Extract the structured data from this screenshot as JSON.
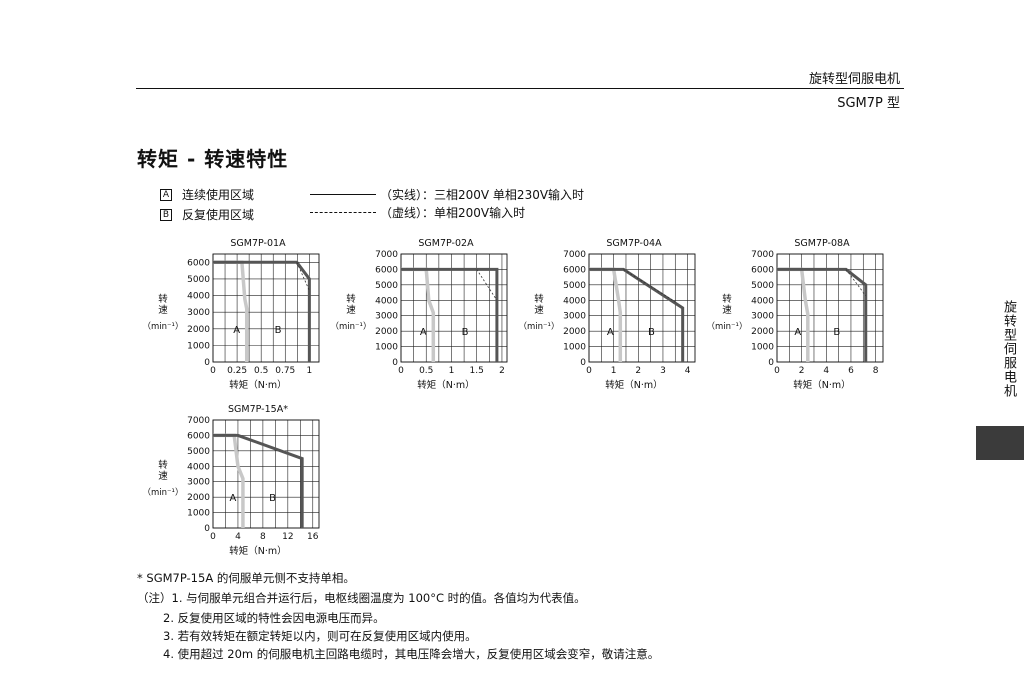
{
  "header": {
    "category": "旋转型伺服电机",
    "series": "SGM7P 型"
  },
  "page_title": "转矩 - 转速特性",
  "legend": {
    "a_box": "A",
    "a_label": "连续使用区域",
    "b_box": "B",
    "b_label": "反复使用区域",
    "solid_note": "（实线）：三相200V  单相230V输入时",
    "dash_note": "（虚线）：单相200V输入时"
  },
  "side_tab": {
    "label": "旋转型伺服电机"
  },
  "colors": {
    "continuous": "#c8c8c8",
    "repetitive": "#555555",
    "grid": "#222222"
  },
  "chart_data": [
    {
      "type": "line",
      "title": "SGM7P-01A",
      "xlabel": "转矩（N·m）",
      "ylabel_chars": [
        "转",
        "速"
      ],
      "ylabel_unit": "（min⁻¹）",
      "xticks": [
        "0",
        "0.25",
        "0.5",
        "0.75",
        "1"
      ],
      "yticks": [
        "0",
        "1000",
        "2000",
        "3000",
        "4000",
        "5000",
        "6000"
      ],
      "xlim": [
        0,
        1.1
      ],
      "ylim": [
        0,
        6500
      ],
      "region_a_label": "A",
      "region_b_label": "B",
      "series": [
        {
          "role": "continuous",
          "x": [
            0,
            0.3,
            0.33,
            0.35,
            0.35
          ],
          "y": [
            6000,
            6000,
            3800,
            3200,
            0
          ]
        },
        {
          "role": "repetitive-solid",
          "x": [
            0,
            0.87,
            1.0,
            1.0
          ],
          "y": [
            6000,
            6000,
            5000,
            0
          ]
        },
        {
          "role": "repetitive-dashed",
          "x": [
            0.87,
            1.0
          ],
          "y": [
            6000,
            4300
          ]
        }
      ]
    },
    {
      "type": "line",
      "title": "SGM7P-02A",
      "xlabel": "转矩（N·m）",
      "ylabel_chars": [
        "转",
        "速"
      ],
      "ylabel_unit": "（min⁻¹）",
      "xticks": [
        "0",
        "0.5",
        "1",
        "1.5",
        "2"
      ],
      "yticks": [
        "0",
        "1000",
        "2000",
        "3000",
        "4000",
        "5000",
        "6000",
        "7000"
      ],
      "xlim": [
        0,
        2.1
      ],
      "ylim": [
        0,
        7000
      ],
      "region_a_label": "A",
      "region_b_label": "B",
      "series": [
        {
          "role": "continuous",
          "x": [
            0,
            0.5,
            0.55,
            0.64,
            0.64
          ],
          "y": [
            6000,
            6000,
            4000,
            3200,
            0
          ]
        },
        {
          "role": "repetitive-solid",
          "x": [
            0,
            1.9,
            1.9
          ],
          "y": [
            6000,
            6000,
            0
          ]
        },
        {
          "role": "repetitive-dashed",
          "x": [
            1.5,
            1.9
          ],
          "y": [
            6000,
            4000
          ]
        }
      ]
    },
    {
      "type": "line",
      "title": "SGM7P-04A",
      "xlabel": "转矩（N·m）",
      "ylabel_chars": [
        "转",
        "速"
      ],
      "ylabel_unit": "（min⁻¹）",
      "xticks": [
        "0",
        "1",
        "2",
        "3",
        "4"
      ],
      "yticks": [
        "0",
        "1000",
        "2000",
        "3000",
        "4000",
        "5000",
        "6000",
        "7000"
      ],
      "xlim": [
        0,
        4.3
      ],
      "ylim": [
        0,
        7000
      ],
      "region_a_label": "A",
      "region_b_label": "B",
      "series": [
        {
          "role": "continuous",
          "x": [
            0,
            1.0,
            1.2,
            1.27,
            1.27
          ],
          "y": [
            6000,
            6000,
            4000,
            3200,
            0
          ]
        },
        {
          "role": "repetitive-solid",
          "x": [
            0,
            1.4,
            3.8,
            3.8
          ],
          "y": [
            6000,
            6000,
            3500,
            0
          ]
        },
        {
          "role": "repetitive-dashed",
          "x": [
            1.4,
            3.6
          ],
          "y": [
            6000,
            3800
          ]
        }
      ]
    },
    {
      "type": "line",
      "title": "SGM7P-08A",
      "xlabel": "转矩（N·m）",
      "ylabel_chars": [
        "转",
        "速"
      ],
      "ylabel_unit": "（min⁻¹）",
      "xticks": [
        "0",
        "2",
        "4",
        "6",
        "8"
      ],
      "yticks": [
        "0",
        "1000",
        "2000",
        "3000",
        "4000",
        "5000",
        "6000",
        "7000"
      ],
      "xlim": [
        0,
        8.6
      ],
      "ylim": [
        0,
        7000
      ],
      "region_a_label": "A",
      "region_b_label": "B",
      "series": [
        {
          "role": "continuous",
          "x": [
            0,
            2.0,
            2.3,
            2.5,
            2.5
          ],
          "y": [
            6000,
            6000,
            4000,
            3100,
            0
          ]
        },
        {
          "role": "repetitive-solid",
          "x": [
            0,
            5.6,
            7.2,
            7.2
          ],
          "y": [
            6000,
            6000,
            5000,
            0
          ]
        },
        {
          "role": "repetitive-dashed",
          "x": [
            5.6,
            7.2
          ],
          "y": [
            6000,
            4300
          ]
        }
      ]
    },
    {
      "type": "line",
      "title": "SGM7P-15A*",
      "xlabel": "转矩（N·m）",
      "ylabel_chars": [
        "转",
        "速"
      ],
      "ylabel_unit": "（min⁻¹）",
      "xticks": [
        "0",
        "4",
        "8",
        "12",
        "16"
      ],
      "yticks": [
        "0",
        "1000",
        "2000",
        "3000",
        "4000",
        "5000",
        "6000",
        "7000"
      ],
      "xlim": [
        0,
        17
      ],
      "ylim": [
        0,
        7000
      ],
      "region_a_label": "A",
      "region_b_label": "B",
      "series": [
        {
          "role": "continuous",
          "x": [
            0,
            3.4,
            4.0,
            4.8,
            4.8
          ],
          "y": [
            6000,
            6000,
            4000,
            3200,
            0
          ]
        },
        {
          "role": "repetitive-solid",
          "x": [
            0,
            4.0,
            14.3,
            14.3
          ],
          "y": [
            6000,
            6000,
            4500,
            0
          ]
        }
      ]
    }
  ],
  "notes": {
    "star_note": "* SGM7P-15A 的伺服单元侧不支持单相。",
    "note1": "（注）1. 与伺服单元组合并运行后，电枢线圈温度为 100°C 时的值。各值均为代表值。",
    "note2": "2. 反复使用区域的特性会因电源电压而异。",
    "note3": "3. 若有效转矩在额定转矩以内，则可在反复使用区域内使用。",
    "note4": "4. 使用超过 20m 的伺服电机主回路电缆时，其电压降会增大，反复使用区域会变窄，敬请注意。"
  }
}
